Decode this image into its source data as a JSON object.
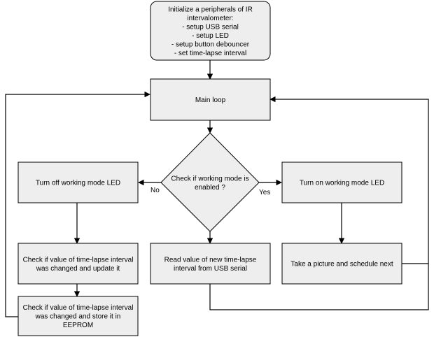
{
  "nodes": {
    "init": {
      "lines": [
        "Initialize a peripherals of IR",
        "intervalometer:",
        "- setup USB serial",
        "- setup LED",
        "- setup button debouncer",
        "- set time-lapse interval"
      ]
    },
    "main_loop": {
      "lines": [
        "Main loop"
      ]
    },
    "check_mode": {
      "lines": [
        "Check if working mode is",
        "enabled ?"
      ]
    },
    "led_off": {
      "lines": [
        "Turn off working mode LED"
      ]
    },
    "led_on": {
      "lines": [
        "Turn on working mode LED"
      ]
    },
    "update_interval": {
      "lines": [
        "Check if value of time-lapse interval",
        "was changed and update it"
      ]
    },
    "read_interval": {
      "lines": [
        "Read value of new time-lapse",
        "interval from USB serial"
      ]
    },
    "take_picture": {
      "lines": [
        "Take a picture and schedule next"
      ]
    },
    "store_interval": {
      "lines": [
        "Check if value of time-lapse interval",
        "was changed and store it in",
        "EEPROM"
      ]
    }
  },
  "edges": {
    "no_label": "No",
    "yes_label": "Yes"
  }
}
